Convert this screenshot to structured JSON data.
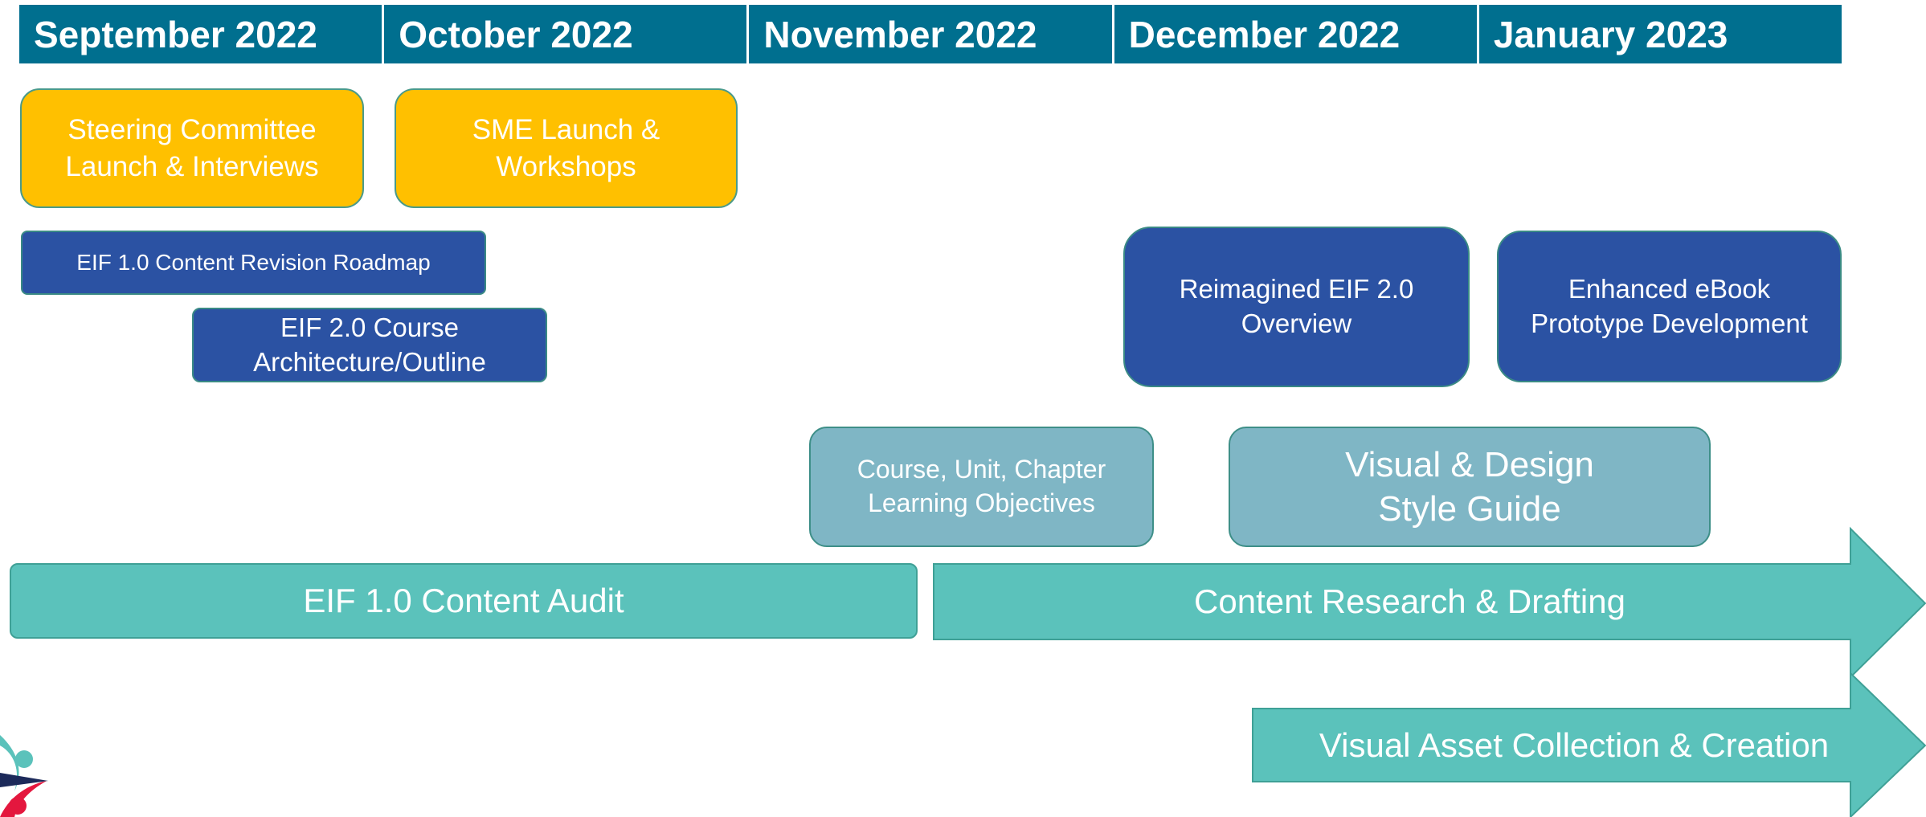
{
  "months": [
    "September 2022",
    "October 2022",
    "November 2022",
    "December 2022",
    "January 2023"
  ],
  "milestones": {
    "steering": "Steering Committee Launch & Interviews",
    "sme": "SME Launch & Workshops",
    "roadmap": "EIF 1.0 Content Revision Roadmap",
    "architecture": "EIF 2.0 Course Architecture/Outline",
    "reimagined": "Reimagined EIF 2.0 Overview",
    "ebook": "Enhanced eBook Prototype Development",
    "objectives": "Course, Unit, Chapter Learning Objectives",
    "style_guide": "Visual & Design Style Guide"
  },
  "tracks": {
    "audit": "EIF 1.0 Content Audit",
    "research": "Content Research & Drafting",
    "visual_assets": "Visual Asset Collection & Creation"
  },
  "colors": {
    "header": "#006f8f",
    "gold": "#ffc000",
    "navy": "#2b52a3",
    "light_teal": "#7fb6c5",
    "teal": "#5bc2bb",
    "logo_teal": "#5bc2bb",
    "logo_red": "#e4173e",
    "logo_navy": "#1c2a5a"
  }
}
